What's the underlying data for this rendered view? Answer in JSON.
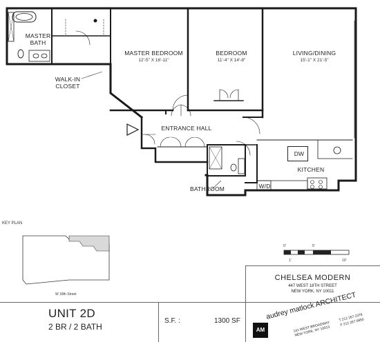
{
  "rooms": {
    "master_bath": "MASTER\nBATH",
    "master_bedroom": {
      "label": "MASTER BEDROOM",
      "dims": "12'-5\" X 16'-11\""
    },
    "bedroom": {
      "label": "BEDROOM",
      "dims": "11'-4\" X 14'-8\""
    },
    "living_dining": {
      "label": "LIVING/DINING",
      "dims": "15'-1\" X 21'-5\""
    },
    "walk_in_closet": "WALK-IN\nCLOSET",
    "entrance_hall": "ENTRANCE HALL",
    "kitchen": "KITCHEN",
    "bathroom": "BATHROOM",
    "dw": "DW",
    "wd": "W/D"
  },
  "key_plan": {
    "label": "KEY PLAN",
    "street": "W 18th Street"
  },
  "scale": {
    "ticks_top": [
      "0'",
      "5'"
    ],
    "ticks_bottom": [
      "1'",
      "10'"
    ]
  },
  "building": {
    "name": "CHELSEA MODERN",
    "address1": "447 WEST 18TH STREET",
    "address2": "NEW YORK, NY 10011"
  },
  "unit": {
    "title": "UNIT 2D",
    "type": "2 BR / 2 BATH",
    "sf_label": "S.F. :",
    "sf_value": "1300 SF"
  },
  "architect": {
    "logo": "AM",
    "name": "audrey matlock ARCHITECT",
    "address1": "141 WEST BROADWAY",
    "address2": "NEW YORK, NY 10013",
    "phone": "T 212 267 2378",
    "fax": "F 212 267 6850"
  }
}
